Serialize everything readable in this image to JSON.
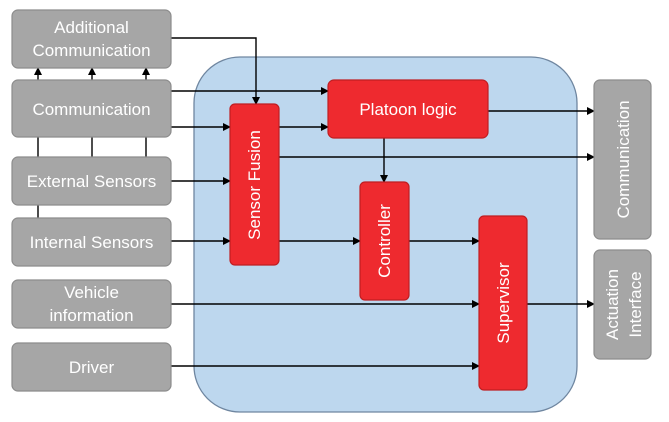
{
  "inputs": {
    "additional_communication": [
      "Additional",
      "Communication"
    ],
    "communication": "Communication",
    "external_sensors": "External Sensors",
    "internal_sensors": "Internal Sensors",
    "vehicle_information": [
      "Vehicle",
      "information"
    ],
    "driver": "Driver"
  },
  "modules": {
    "sensor_fusion": "Sensor Fusion",
    "platoon_logic": "Platoon logic",
    "controller": "Controller",
    "supervisor": "Supervisor"
  },
  "outputs": {
    "communication": "Communication",
    "actuation_interface": [
      "Actuation",
      "Interface"
    ]
  },
  "colors": {
    "input_box": "#a6a6a6",
    "module_box": "#ee2a2f",
    "core_region": "#bdd7ee",
    "arrow": "#000000"
  }
}
